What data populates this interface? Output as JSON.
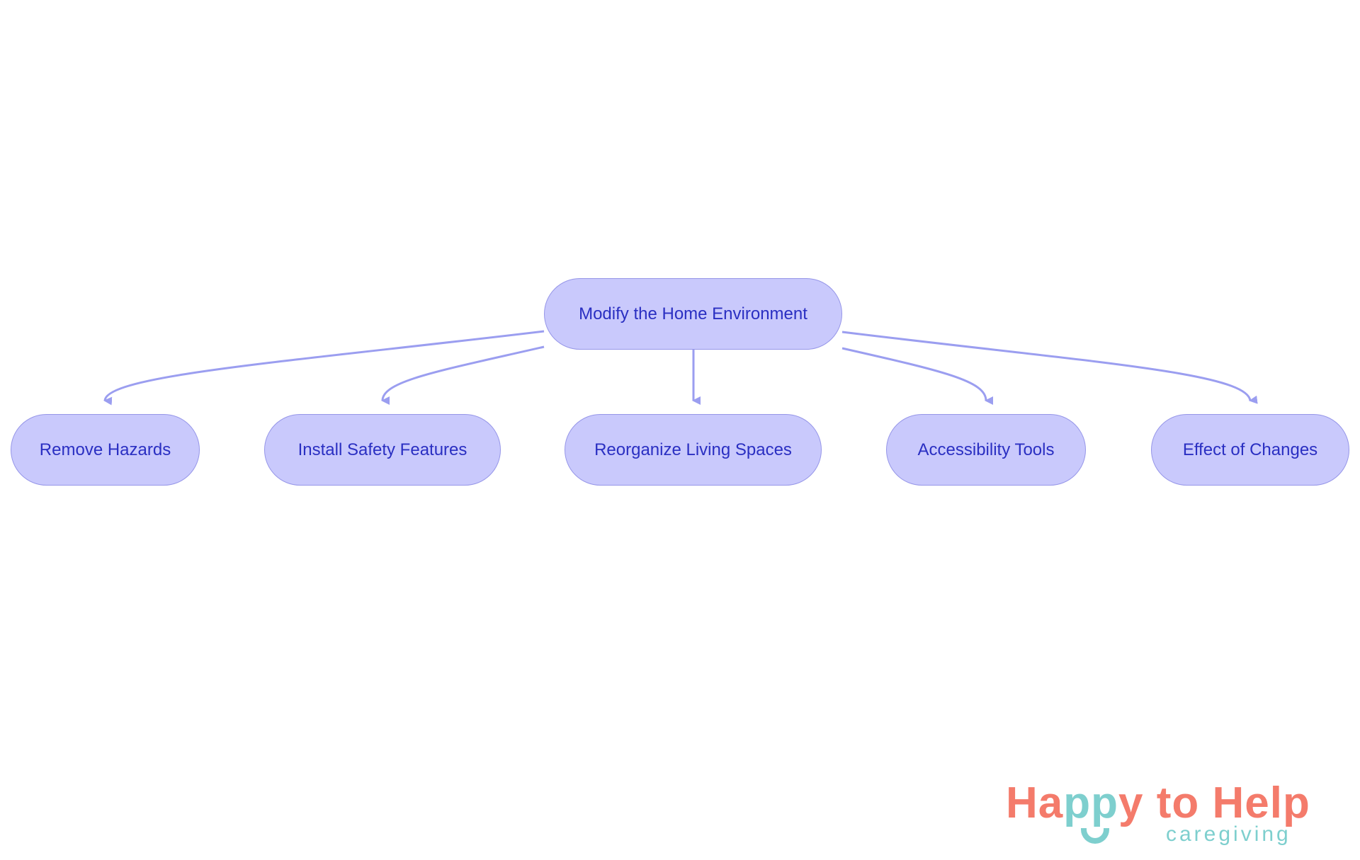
{
  "diagram": {
    "type": "flowchart",
    "direction": "top-down",
    "colors": {
      "node_fill": "#c9c9fc",
      "node_border": "#9696e8",
      "node_text": "#2a2fc2",
      "edge": "#9b9ef0",
      "background": "#ffffff"
    },
    "root": {
      "id": "root",
      "label": "Modify the Home Environment"
    },
    "children": [
      {
        "id": "c1",
        "label": "Remove Hazards"
      },
      {
        "id": "c2",
        "label": "Install Safety Features"
      },
      {
        "id": "c3",
        "label": "Reorganize Living Spaces"
      },
      {
        "id": "c4",
        "label": "Accessibility Tools"
      },
      {
        "id": "c5",
        "label": "Effect of Changes"
      }
    ],
    "edges": [
      {
        "from": "root",
        "to": "c1"
      },
      {
        "from": "root",
        "to": "c2"
      },
      {
        "from": "root",
        "to": "c3"
      },
      {
        "from": "root",
        "to": "c4"
      },
      {
        "from": "root",
        "to": "c5"
      }
    ]
  },
  "logo": {
    "part1": "Ha",
    "part2": "pp",
    "part3": "y to Help",
    "tagline": "caregiving",
    "colors": {
      "coral": "#f47b6b",
      "teal": "#7ecfce"
    }
  }
}
